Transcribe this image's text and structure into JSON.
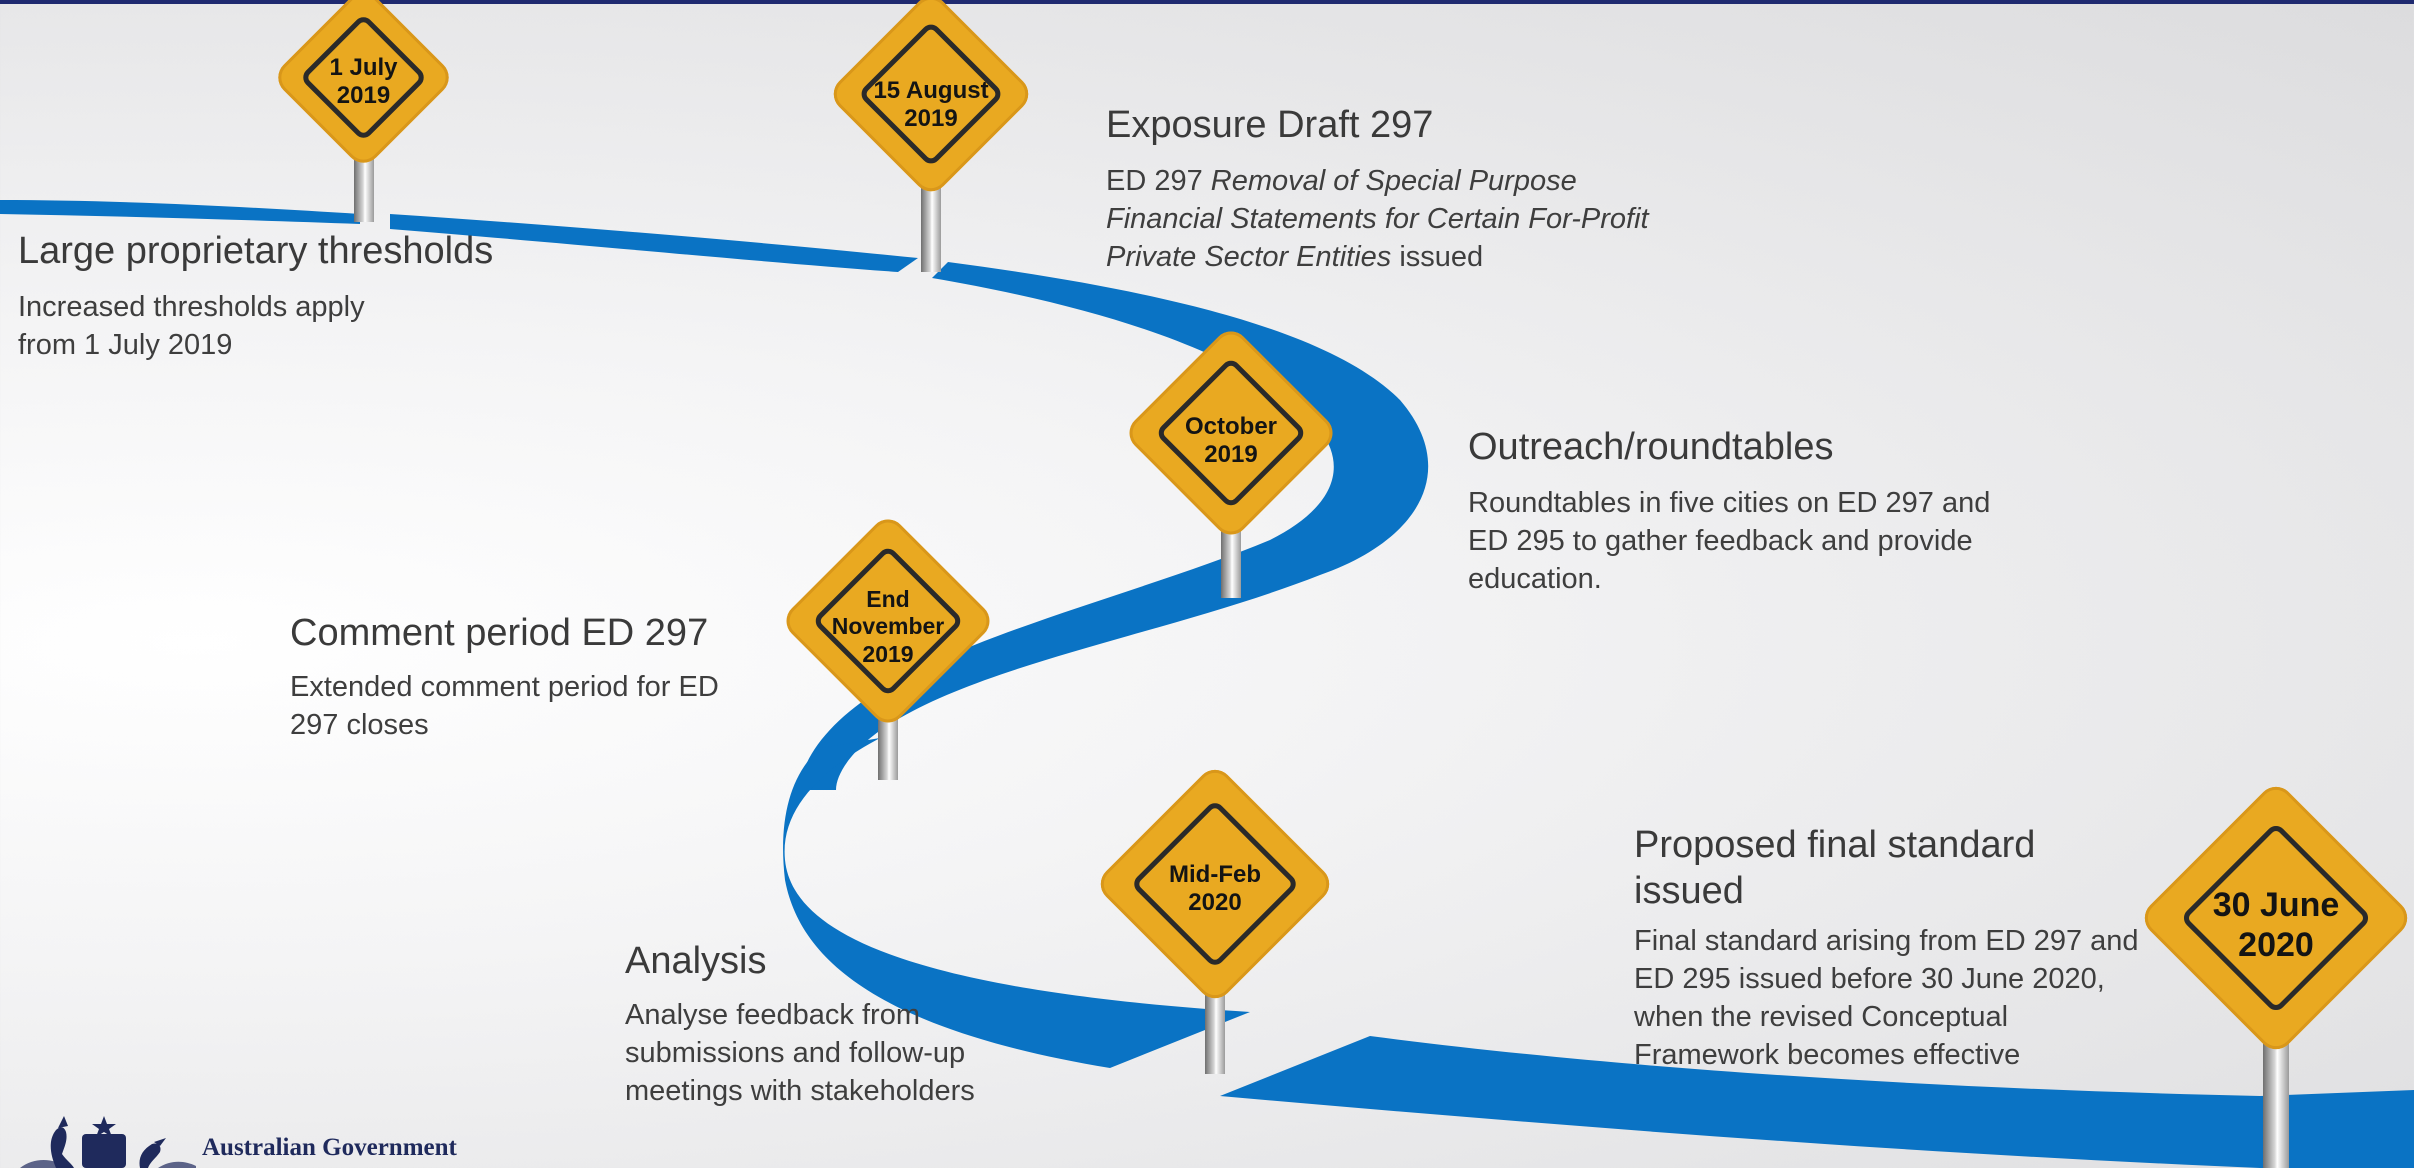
{
  "signs": [
    {
      "id": "sign-1-july-2019",
      "lines": [
        "1 July",
        "2019"
      ]
    },
    {
      "id": "sign-15-august-2019",
      "lines": [
        "15 August",
        "2019"
      ]
    },
    {
      "id": "sign-october-2019",
      "lines": [
        "October",
        "2019"
      ]
    },
    {
      "id": "sign-end-november-2019",
      "lines": [
        "End",
        "November",
        "2019"
      ]
    },
    {
      "id": "sign-mid-feb-2020",
      "lines": [
        "Mid-Feb",
        "2020"
      ]
    },
    {
      "id": "sign-30-june-2020",
      "lines": [
        "30 June",
        "2020"
      ]
    }
  ],
  "milestones": {
    "thresholds": {
      "title": "Large proprietary thresholds",
      "desc_line1": "Increased thresholds apply",
      "desc_line2": "from 1 July 2019"
    },
    "exposure": {
      "title": "Exposure Draft 297",
      "desc_prefix": "ED 297 ",
      "desc_italic": "Removal of Special Purpose Financial Statements for Certain For-Profit Private Sector Entities",
      "desc_suffix": " issued"
    },
    "outreach": {
      "title": "Outreach/roundtables",
      "desc": "Roundtables in five cities on ED 297 and ED 295 to gather feedback and provide education."
    },
    "comment": {
      "title": "Comment period ED 297",
      "desc": "Extended comment period for ED 297 closes"
    },
    "analysis": {
      "title": "Analysis",
      "desc": "Analyse feedback from submissions and follow-up meetings with stakeholders"
    },
    "final": {
      "title": "Proposed final standard issued",
      "desc": "Final standard arising from ED 297 and ED 295 issued before 30 June 2020, when the revised Conceptual Framework becomes effective"
    }
  },
  "footer": {
    "logo_text": "Australian Government",
    "crest_icon": "coat-of-arms-icon"
  },
  "colors": {
    "road": "#0a73c4",
    "sign": "#e9a921",
    "sign_border": "#2a2a2a",
    "top_bar": "#1f2a70"
  }
}
